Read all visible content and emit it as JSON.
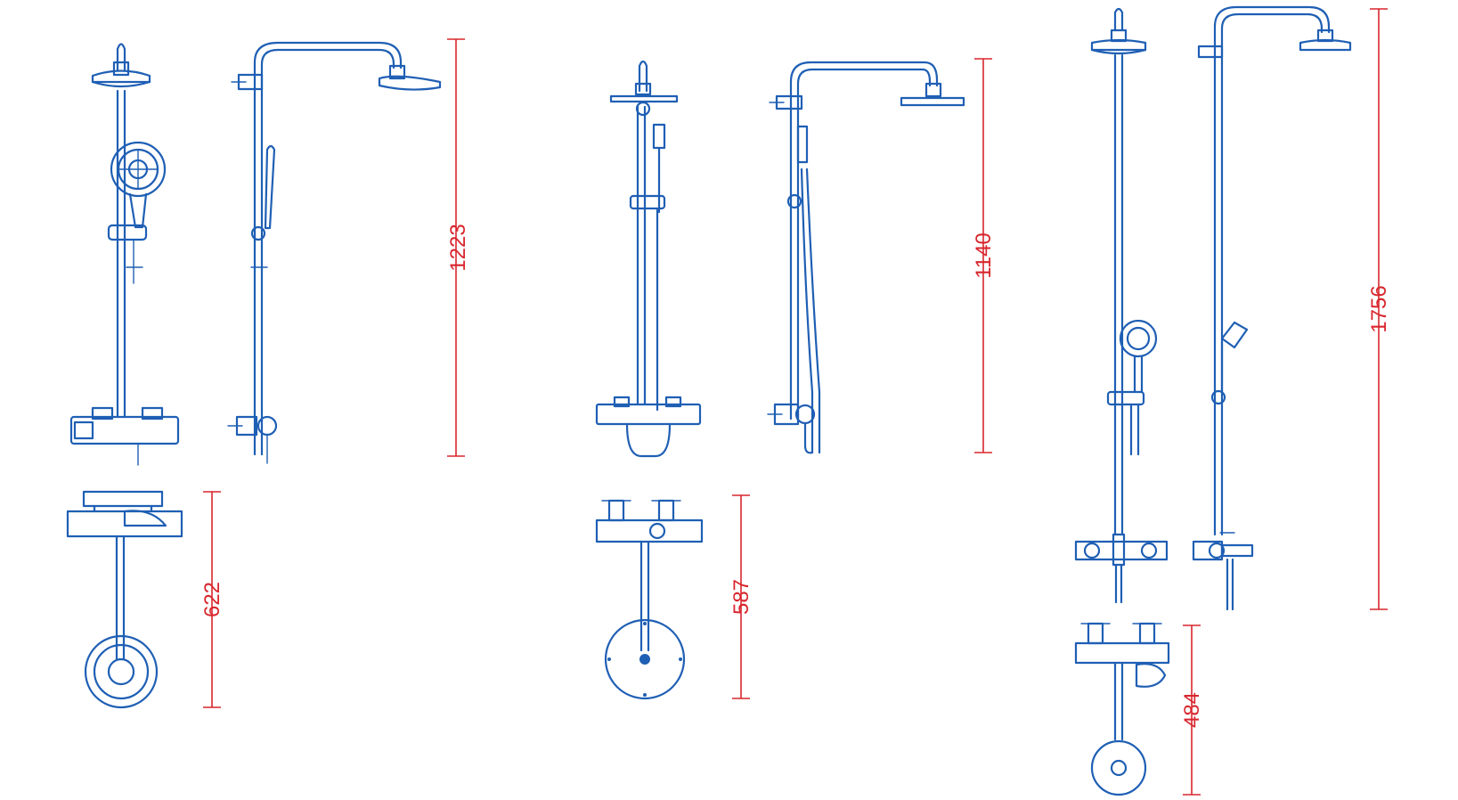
{
  "colors": {
    "line": "#1f5fb4",
    "dimension": "#d8262d",
    "background": "#ffffff"
  },
  "dimensions": {
    "set1_height": "1223",
    "set1_depth": "622",
    "set2_height": "1140",
    "set2_depth": "587",
    "set3_height": "1756",
    "set3_depth": "484"
  }
}
